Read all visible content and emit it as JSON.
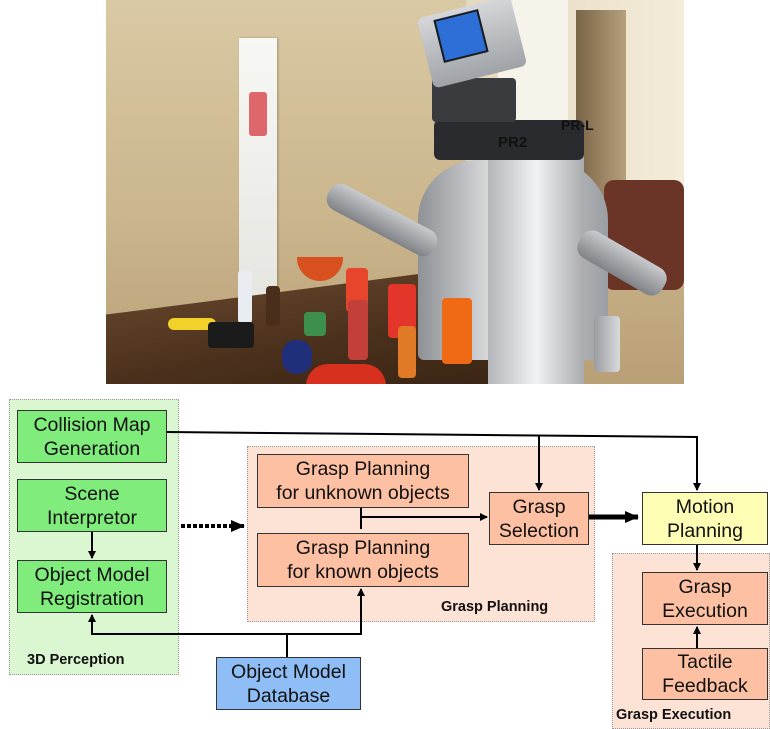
{
  "photo": {
    "robot_labels": [
      "PR2",
      "PR-L"
    ]
  },
  "regions": {
    "perception": "3D Perception",
    "planning": "Grasp Planning",
    "execution": "Grasp Execution"
  },
  "boxes": {
    "collision_map": "Collision Map\nGeneration",
    "scene_interpreter": "Scene\nInterpretor",
    "object_registration": "Object Model\nRegistration",
    "gp_unknown": "Grasp Planning\nfor unknown objects",
    "gp_known": "Grasp Planning\nfor known objects",
    "grasp_selection": "Grasp\nSelection",
    "motion_planning": "Motion\nPlanning",
    "grasp_execution": "Grasp\nExecution",
    "tactile_feedback": "Tactile\nFeedback",
    "object_database": "Object Model\nDatabase"
  },
  "colors": {
    "perception_region": "#dbf7d2",
    "planning_region": "#fde2d6",
    "perception_box": "#7fec7c",
    "planning_box": "#fdc0a3",
    "motion_box": "#fdfdb3",
    "database_box": "#8fbdf5"
  }
}
